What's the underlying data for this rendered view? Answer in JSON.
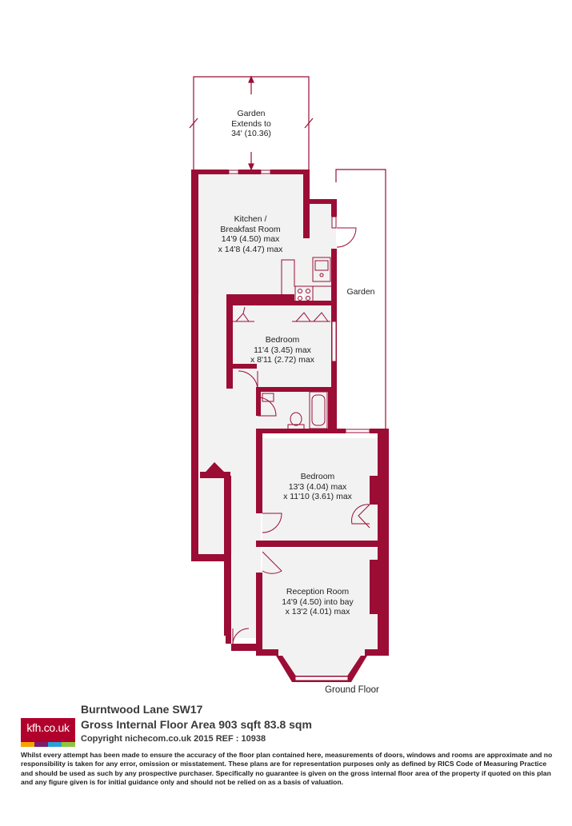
{
  "colors": {
    "wall": "#9b0d35",
    "floor": "#f2f2f2",
    "fixture": "#9b0d35"
  },
  "rooms": {
    "garden_top": {
      "lines": [
        "Garden",
        "Extends to",
        "34' (10.36)"
      ]
    },
    "kitchen": {
      "lines": [
        "Kitchen /",
        "Breakfast Room",
        "14'9 (4.50) max",
        "x 14'8 (4.47) max"
      ]
    },
    "garden_side": {
      "lines": [
        "Garden"
      ]
    },
    "bedroom1": {
      "lines": [
        "Bedroom",
        "11'4 (3.45) max",
        "x 8'11 (2.72) max"
      ]
    },
    "bedroom2": {
      "lines": [
        "Bedroom",
        "13'3 (4.04) max",
        "x 11'10 (3.61) max"
      ]
    },
    "reception": {
      "lines": [
        "Reception Room",
        "14'9 (4.50) into bay",
        "x 13'2 (4.01) max"
      ]
    }
  },
  "floor_label": "Ground Floor",
  "logo": {
    "text": "kfh.co.uk",
    "bar_colors": [
      "#f5a400",
      "#7a1e6e",
      "#2aa0d8",
      "#8dc63f"
    ]
  },
  "title": {
    "address": "Burntwood Lane  SW17",
    "area": "Gross Internal Floor Area 903 sqft 83.8 sqm",
    "copyright": "Copyright nichecom.co.uk 2015 REF : 10938"
  },
  "disclaimer": "Whilst every attempt has been made to ensure the accuracy of the floor plan contained here, measurements of doors, windows and rooms are approximate and no responsibility is taken for any error, omission or misstatement.  These plans are for representation purposes only as defined by RICS Code of Measuring Practice and should be used as such by any prospective purchaser.  Specifically no guarantee is given on the gross internal floor area of the property if quoted on this plan and any figure given is for initial guidance only and should not be relied on as a basis of valuation."
}
